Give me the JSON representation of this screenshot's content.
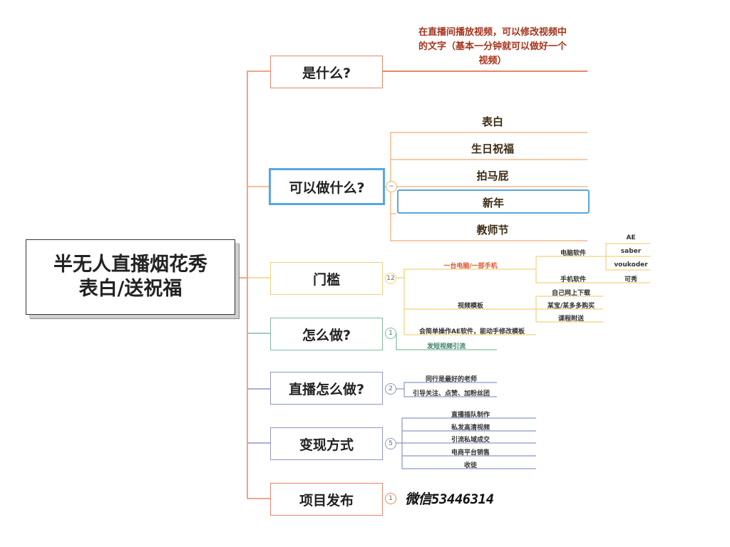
{
  "center": {
    "line1": "半无人直播烟花秀",
    "line2": "表白/送祝福"
  },
  "branches": [
    {
      "label": "是什么?",
      "color": "#e8876a"
    },
    {
      "label": "可以做什么?",
      "color": "#f1ac72"
    },
    {
      "label": "门槛",
      "color": "#f2d27b"
    },
    {
      "label": "怎么做?",
      "color": "#7fbf9d"
    },
    {
      "label": "直播怎么做?",
      "color": "#8d96c9"
    },
    {
      "label": "变现方式",
      "color": "#8d96c9"
    },
    {
      "label": "项目发布",
      "color": "#e8876a"
    }
  ],
  "what": {
    "line1": "在直播间播放视频，可以修改视频中",
    "line2": "的文字（基本一分钟就可以做好一个",
    "line3": "视频）"
  },
  "can_do": [
    "表白",
    "生日祝福",
    "拍马屁",
    "新年",
    "教师节"
  ],
  "threshold": {
    "badge": "12",
    "computer": "一台电脑/一部手机",
    "pc_software": "电脑软件",
    "pc_tools": [
      "AE",
      "saber",
      "voukoder"
    ],
    "phone_software": "手机软件",
    "phone_tool": "可秀",
    "template": "视频模板",
    "template_sources": [
      "自己网上下载",
      "某宝/某多多购买",
      "课程附送"
    ],
    "skill": "会简单操作AE软件，能动手修改模板"
  },
  "how": {
    "badge": "1",
    "item": "发短视频引流"
  },
  "live": {
    "badge": "2",
    "items": [
      "同行是最好的老师",
      "引导关注、点赞、加粉丝团"
    ]
  },
  "monetize": {
    "badge": "5",
    "items": [
      "直播插队制作",
      "私发高清视频",
      "引流私域成交",
      "电商平台销售",
      "收徒"
    ]
  },
  "release": {
    "badge": "1"
  },
  "wechat": "微信53446314"
}
